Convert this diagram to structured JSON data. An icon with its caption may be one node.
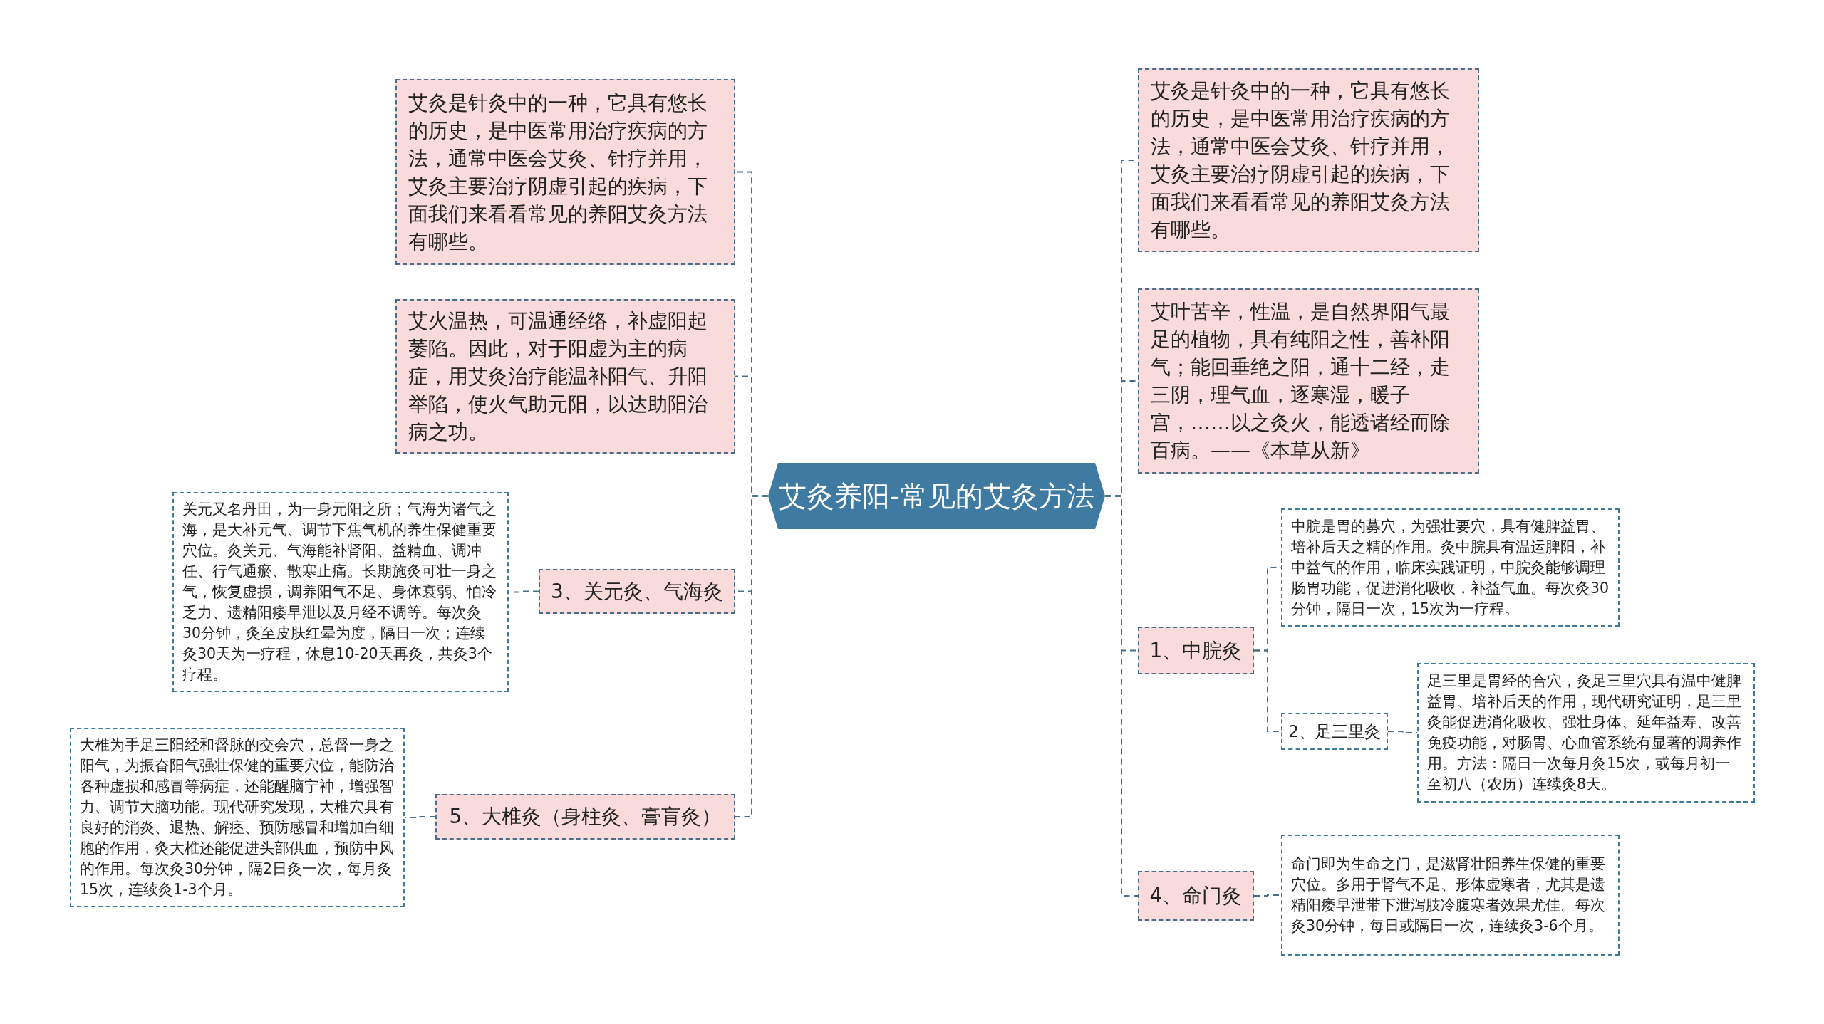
{
  "diagram": {
    "nodes": [
      {
        "text": [
          "艾灸养阳-常见的艾灸方法"
        ]
      },
      {
        "text": [
          "艾灸是针灸中的一种，它具有悠长的历史，是中医常用治疗疾病的方法，通常中医会艾灸、针疗并用，艾灸主要治疗阴虚引起的疾病，下面我们来看看常见的养阳艾灸方法有哪些。"
        ]
      },
      {
        "text": [
          "艾火温热，可温通经络，补虚阳起萎陷。因此，对于阳虚为主的病症，用艾灸治疗能温补阳气、升阳举陷，使火气助元阳，以达助阳治病之功。"
        ]
      },
      {
        "text": [
          "3、关元灸、气海灸"
        ]
      },
      {
        "text": [
          "关元又名丹田，为一身元阳之所；气海为诸气之海，是大补元气、调节下焦气机的养生保健重要穴位。灸关元、气海能补肾阳、益精血、调冲任、行气通瘀、散寒止痛。长期施灸可壮一身之气，恢复虚损，调养阳气不足、身体衰弱、怕冷乏力、遗精阳痿早泄以及月经不调等。每次灸30分钟，灸至皮肤红晕为度，隔日一次；连续灸30天为一疗程，休息10-20天再灸，共灸3个疗程。"
        ]
      },
      {
        "text": [
          "5、大椎灸（身柱灸、膏肓灸）"
        ]
      },
      {
        "text": [
          "大椎为手足三阳经和督脉的交会穴，总督一身之阳气，为振奋阳气强壮保健的重要穴位，能防治各种虚损和感冒等病症，还能醒脑宁神，增强智力、调节大脑功能。现代研究发现，大椎穴具有良好的消炎、退热、解痉、预防感冒和增加白细胞的作用，灸大椎还能促进头部供血，预防中风的作用。每次灸30分钟，隔2日灸一次，每月灸15次，连续灸1-3个月。"
        ]
      },
      {
        "text": [
          "艾灸是针灸中的一种，它具有悠长的历史，是中医常用治疗疾病的方法，通常中医会艾灸、针疗并用，艾灸主要治疗阴虚引起的疾病，下面我们来看看常见的养阳艾灸方法有哪些。"
        ]
      },
      {
        "text": [
          "艾叶苦辛，性温，是自然界阳气最足的植物，具有纯阳之性，善补阳气；能回垂绝之阳，通十二经，走三阴，理气血，逐寒湿，暖子宫，……以之灸火，能透诸经而除百病。——《本草从新》"
        ]
      },
      {
        "text": [
          "1、中脘灸"
        ]
      },
      {
        "text": [
          "中脘是胃的募穴，为强壮要穴，具有健脾益胃、培补后天之精的作用。灸中脘具有温运脾阳，补中益气的作用，临床实践证明，中脘灸能够调理肠胃功能，促进消化吸收，补益气血。每次灸30分钟，隔日一次，15次为一疗程。"
        ]
      },
      {
        "text": [
          "2、足三里灸"
        ]
      },
      {
        "text": [
          "足三里是胃经的合穴，灸足三里穴具有温中健脾益胃、培补后天的作用，现代研究证明，足三里灸能促进消化吸收、强壮身体、延年益寿、改善免疫功能，对肠胃、心血管系统有显著的调养作用。方法：隔日一次每月灸15次，或每月初一至初八（农历）连续灸8天。"
        ]
      },
      {
        "text": [
          "4、命门灸"
        ]
      },
      {
        "text": [
          "命门即为生命之门，是滋肾壮阳养生保健的重要穴位。多用于肾气不足、形体虚寒者，尤其是遗精阳痿早泄带下泄泻肢冷腹寒者效果尤佳。每次灸30分钟，每日或隔日一次，连续灸3-6个月。"
        ]
      }
    ],
    "edges": [
      {
        "from": 0,
        "to": 1,
        "arrow": "none"
      },
      {
        "from": 0,
        "to": 2,
        "arrow": "none"
      },
      {
        "from": 0,
        "to": 3,
        "arrow": "none"
      },
      {
        "from": 3,
        "to": 4,
        "arrow": "none"
      },
      {
        "from": 0,
        "to": 5,
        "arrow": "none"
      },
      {
        "from": 5,
        "to": 6,
        "arrow": "none"
      },
      {
        "from": 0,
        "to": 7,
        "arrow": "none"
      },
      {
        "from": 0,
        "to": 8,
        "arrow": "none"
      },
      {
        "from": 0,
        "to": 9,
        "arrow": "none"
      },
      {
        "from": 9,
        "to": 10,
        "arrow": "none"
      },
      {
        "from": 9,
        "to": 11,
        "arrow": "none"
      },
      {
        "from": 11,
        "to": 12,
        "arrow": "none"
      },
      {
        "from": 0,
        "to": 13,
        "arrow": "none"
      },
      {
        "from": 13,
        "to": 14,
        "arrow": "none"
      }
    ]
  }
}
